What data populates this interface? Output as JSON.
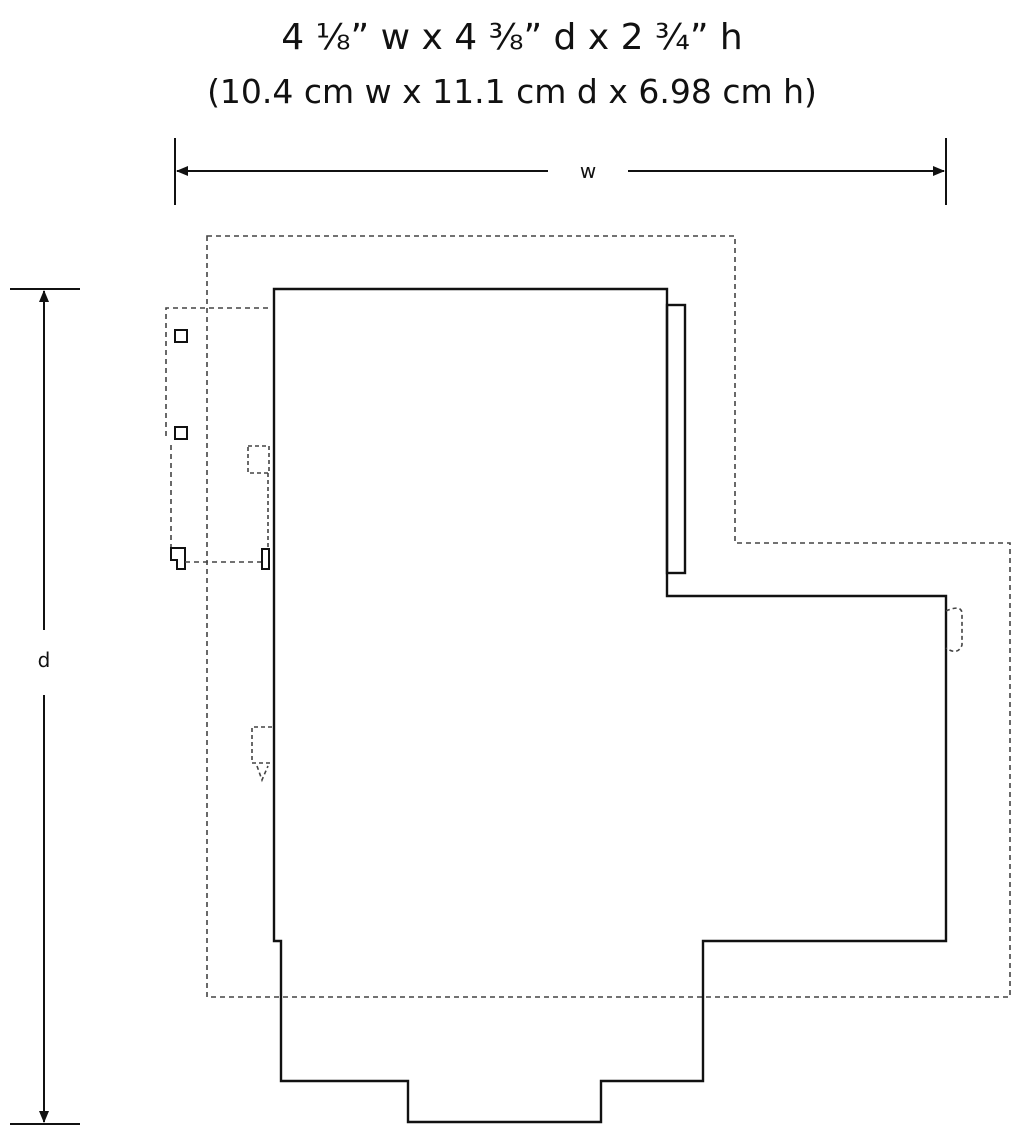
{
  "title": {
    "imperial": "4 ⅛” w x 4 ⅜” d x 2 ¾” h",
    "metric": "(10.4 cm w x 11.1 cm d x 6.98 cm h)"
  },
  "dimensions": {
    "width_label": "w",
    "depth_label": "d"
  }
}
